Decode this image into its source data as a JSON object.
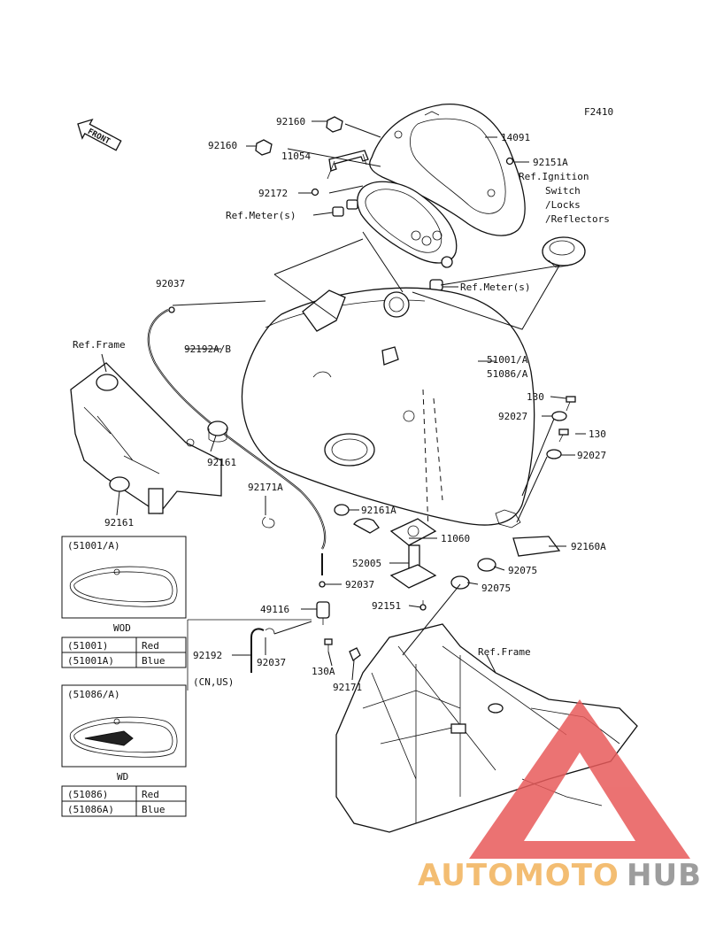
{
  "figure_code": "F2410",
  "front_label": "FRONT",
  "callouts": {
    "p92160_top": "92160",
    "p14091": "14091",
    "p92160_left": "92160",
    "p11054": "11054",
    "p92151A": "92151A",
    "ref_ignition": [
      "Ref.Ignition",
      "Switch",
      "/Locks",
      "/Reflectors"
    ],
    "p92172": "92172",
    "ref_meter_upper": "Ref.Meter(s)",
    "p92037_top": "92037",
    "ref_meter_lower": "Ref.Meter(s)",
    "ref_frame_left": "Ref.Frame",
    "p92192AB": "92192A/B",
    "p51001A": "51001/A",
    "p51086A": "51086/A",
    "p130_upper": "130",
    "p92027_upper": "92027",
    "p130_right": "130",
    "p92161_upper": "92161",
    "p92027_right": "92027",
    "p92171A": "92171A",
    "p92161_lower": "92161",
    "p92161A": "92161A",
    "p11060": "11060",
    "p92160A": "92160A",
    "p52005": "52005",
    "p92075_upper": "92075",
    "p92037_mid": "92037",
    "p92075_lower": "92075",
    "p92151": "92151",
    "p49116": "49116",
    "ref_frame_right": "Ref.Frame",
    "p92192": "92192",
    "p92037_box": "92037",
    "p130A": "130A",
    "cn_us": "(CN,US)",
    "p92171": "92171"
  },
  "tables": {
    "wod": {
      "title": "(51001/A)",
      "variant": "WOD",
      "rows": [
        {
          "part": "(51001)",
          "color": "Red"
        },
        {
          "part": "(51001A)",
          "color": "Blue"
        }
      ]
    },
    "wd": {
      "title": "(51086/A)",
      "variant": "WD",
      "rows": [
        {
          "part": "(51086)",
          "color": "Red"
        },
        {
          "part": "(51086A)",
          "color": "Blue"
        }
      ]
    }
  },
  "watermark": {
    "brand_left": "AUTOMOTO",
    "brand_right": "HUB",
    "triangle_color": "#e85a5a",
    "brand_left_color": "#f2b25a",
    "brand_right_color": "#8d8d8d"
  }
}
